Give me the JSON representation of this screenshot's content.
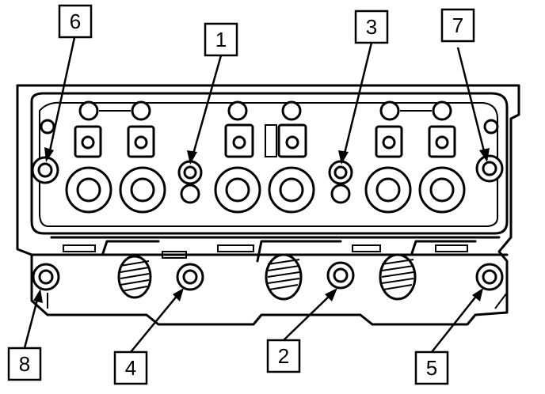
{
  "diagram": {
    "callouts": [
      {
        "id": "label-6",
        "text": "6"
      },
      {
        "id": "label-1",
        "text": "1"
      },
      {
        "id": "label-3",
        "text": "3"
      },
      {
        "id": "label-7",
        "text": "7"
      },
      {
        "id": "label-8",
        "text": "8"
      },
      {
        "id": "label-4",
        "text": "4"
      },
      {
        "id": "label-2",
        "text": "2"
      },
      {
        "id": "label-5",
        "text": "5"
      }
    ]
  }
}
